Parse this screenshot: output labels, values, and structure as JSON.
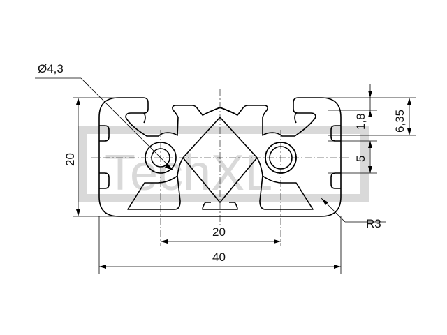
{
  "drawing": {
    "watermark": "TechXL",
    "dimensions": {
      "hole_diameter": "Ø4,3",
      "height": "20",
      "width": "40",
      "hole_spacing": "20",
      "slot_opening": "5",
      "lip_thickness": "1,8",
      "slot_depth": "6,35",
      "corner_radius": "R3"
    }
  }
}
